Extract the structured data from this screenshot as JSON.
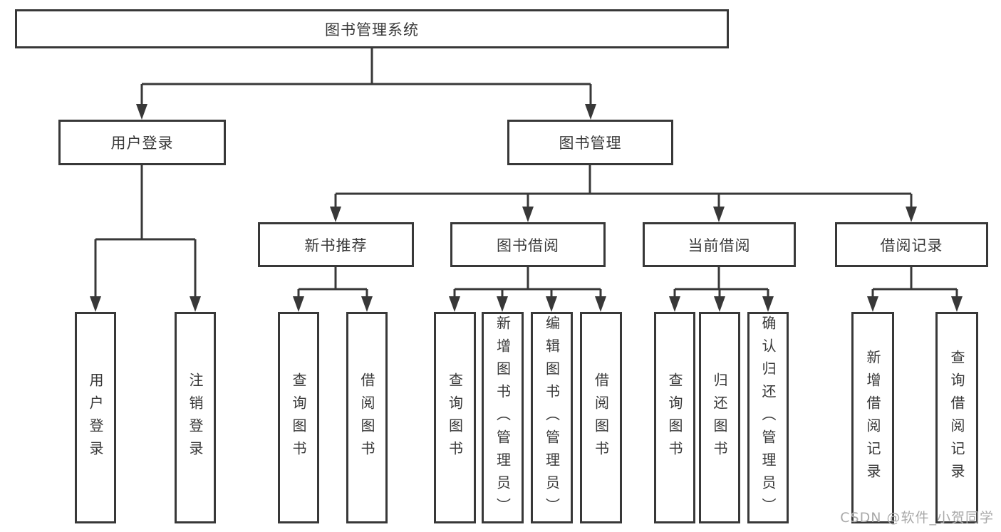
{
  "diagram": {
    "root": {
      "label": "图书管理系统"
    },
    "branches": [
      {
        "label": "用户登录",
        "children": [
          {
            "label": "用户登录"
          },
          {
            "label": "注销登录"
          }
        ]
      },
      {
        "label": "图书管理",
        "children": [
          {
            "label": "新书推荐",
            "children": [
              {
                "label": "查询图书"
              },
              {
                "label": "借阅图书"
              }
            ]
          },
          {
            "label": "图书借阅",
            "children": [
              {
                "label": "查询图书"
              },
              {
                "label": "新增图书（管理员）"
              },
              {
                "label": "编辑图书（管理员）"
              },
              {
                "label": "借阅图书"
              }
            ]
          },
          {
            "label": "当前借阅",
            "children": [
              {
                "label": "查询图书"
              },
              {
                "label": "归还图书"
              },
              {
                "label": "确认归还（管理员）"
              }
            ]
          },
          {
            "label": "借阅记录",
            "children": [
              {
                "label": "新增借阅记录"
              },
              {
                "label": "查询借阅记录"
              }
            ]
          }
        ]
      }
    ],
    "watermark": {
      "text": "CSDN @软件_小贺同学"
    },
    "colors": {
      "line": "#383838",
      "border": "#383838",
      "text": "#383838",
      "watermark": "#a9a9a9",
      "background": "#ffffff"
    }
  }
}
